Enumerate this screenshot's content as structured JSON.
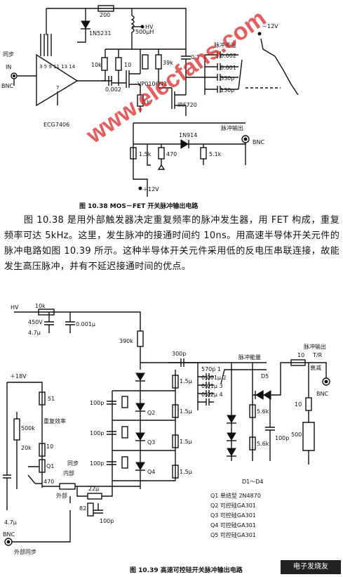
{
  "watermark": "www.elecfans.com",
  "logo": "电子发烧友",
  "fig1": {
    "caption": "图 10.38   MOS－FET 开关脉冲输出电路",
    "labels": {
      "r200": "200",
      "zener": "1N5231",
      "inductor": "500μH",
      "hv": "HV",
      "minus12v": "－12V",
      "sync": "同步",
      "input": "IN",
      "bnc_in": "BNC",
      "pins": "3 5 9 11 13 14",
      "pin7": "7",
      "ic": "ECG7406",
      "r10k": "10k",
      "r10": "10",
      "r39k": "39k",
      "c01": "0.1",
      "c0002": "0.002",
      "vp0106": "VP0106N3",
      "r1k": "1k",
      "irf720": "IRF720",
      "pulse_energy": "脉冲能量",
      "e1": "0.002",
      "e2": "0.001",
      "e3": "330p",
      "e4": "130p",
      "diode": "1N914",
      "pulse_out": "脉冲输出",
      "r15k": "1.5k",
      "r470": "470",
      "r51k": "5.1k",
      "bnc_out": "BNC",
      "plus12v": "＋12V"
    }
  },
  "paragraph": "图 10.38 是用外部触发器决定重复频率的脉冲发生器，用 FET 构成，重复频率可达 5kHz。这里，发生脉冲的接通时间约 10ns。用高速半导体开关元件的脉冲电路如图 10.39 所示。这种半导体开关元件采用低的反电压串联连接，故能发生高压脉冲，并有不延迟接通时间的优点。",
  "fig2": {
    "caption": "图 10.39   高速可控硅开关脉冲输出电路",
    "labels": {
      "hv": "HV",
      "r10k": "10k",
      "v450": "450V",
      "c4u7": "4.7μ",
      "c0001": "0.001μ",
      "r390k": "390k",
      "c300p": "300p",
      "e1": "570p 1",
      "e2": "0.001μ 2",
      "e3": "0.01μ 3",
      "e4": "0.02μ 4",
      "pulse_energy": "脉冲能量",
      "d5": "D5",
      "r10": "10",
      "damping": "衰减",
      "pulse_out": "脉冲输出",
      "tr": "T/R",
      "bnc": "BNC",
      "r10b": "10",
      "r500": "500",
      "r56k_a": "5.6k",
      "r56k_b": "5.6k",
      "c100p": "100p",
      "d1d4": "D1～D4",
      "r15_a": "1.5μ",
      "r15_b": "1.5μ",
      "r15_c": "1.5μ",
      "r15_d": "1.5μ",
      "c100p_a": "100p",
      "c100p_b": "100p",
      "c100p_c": "100p",
      "q2": "Q2",
      "q3": "Q3",
      "q4": "Q4",
      "plus18v": "＋18V",
      "r51": "51",
      "rep_rate": "重复效率",
      "r500k": "500k",
      "r20k": "20k",
      "r10a": "10",
      "q1": "Q1",
      "sync": "同步",
      "internal": "内部",
      "r22": "22μ",
      "r470": "470",
      "external": "外部",
      "r82": "82",
      "c100p_d": "100p",
      "c4u7b": "4.7μ",
      "bnc_ext": "BNC",
      "ext_sync": "外部同步"
    },
    "legend": [
      "Q1   单结型 2N4870",
      "Q2   可控硅GA301",
      "Q3   可控硅GA301",
      "Q4   可控硅GA301",
      "Q5   可控硅GA301"
    ]
  }
}
